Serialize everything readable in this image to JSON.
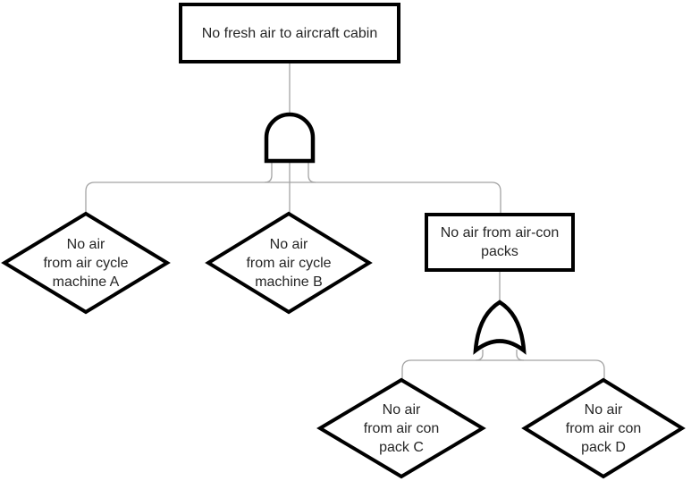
{
  "diagram": {
    "top_event": "No fresh air to aircraft cabin",
    "intermediate_event": "No air from air-con\npacks",
    "event_a": "No air\nfrom air cycle\nmachine A",
    "event_b": "No air\nfrom air cycle\nmachine B",
    "event_c": "No air\nfrom air con\npack C",
    "event_d": "No air\nfrom air con\npack D",
    "icons": {
      "gate_top": "and-gate",
      "gate_packs": "or-gate"
    },
    "colors": {
      "shape_stroke": "#000000",
      "shape_fill": "#ffffff",
      "connector": "#a3a3a3",
      "text": "#262626",
      "background": "#ffffff"
    }
  }
}
